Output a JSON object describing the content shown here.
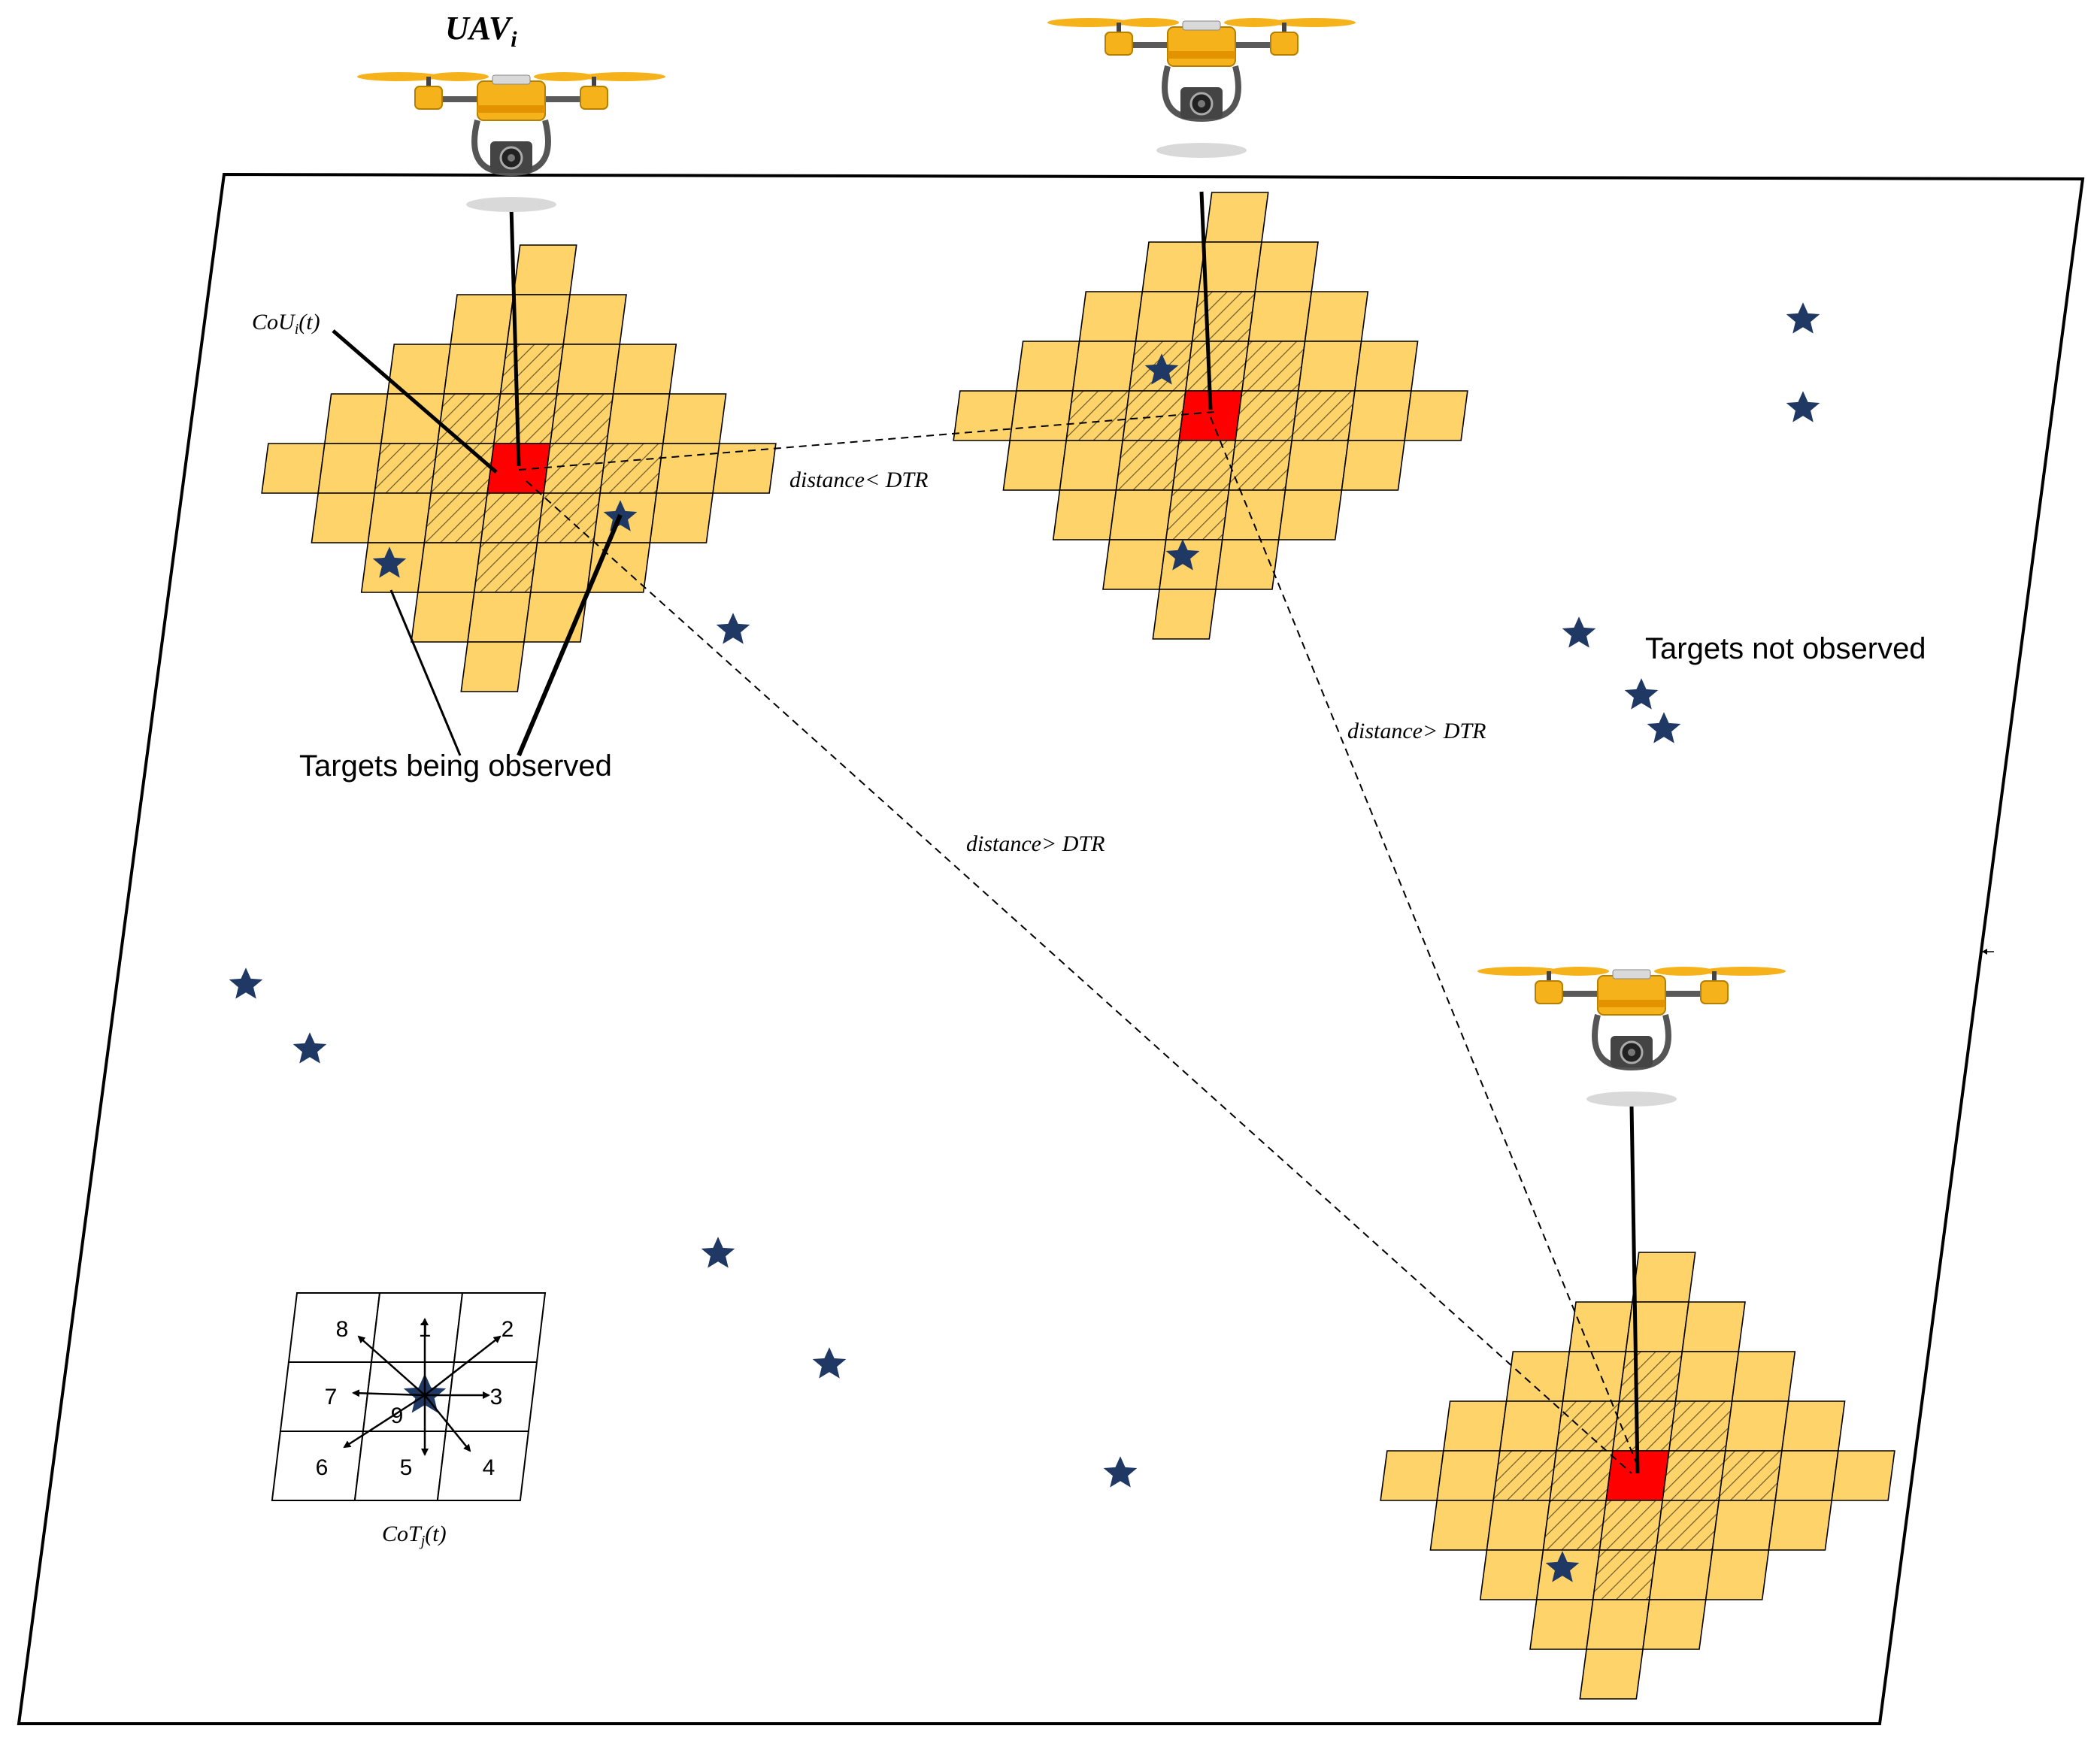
{
  "labels": {
    "uav_label": "UAV",
    "uav_label_sub": "i",
    "cou_label": "CoU",
    "cou_sub": "i",
    "cou_suffix": "(t)",
    "distance_lt": "distance< DTR",
    "distance_gt_1": "distance> DTR",
    "distance_gt_2": "distance> DTR",
    "targets_observed": "Targets being observed",
    "targets_not_observed": "Targets not observed",
    "cot_label": "CoT",
    "cot_sub": "j",
    "cot_suffix": "(t)"
  },
  "direction_numbers": [
    "1",
    "2",
    "3",
    "4",
    "5",
    "6",
    "7",
    "8",
    "9"
  ],
  "colors": {
    "cell_fill": "#fdd36a",
    "center_cell": "#ff0000",
    "star": "#1f3864",
    "grid_line": "#000000",
    "drone_body": "#f6b21a",
    "drone_shadow": "#d9d9d9"
  },
  "icons": [
    "drone-icon",
    "star-icon",
    "arrow-icon"
  ]
}
